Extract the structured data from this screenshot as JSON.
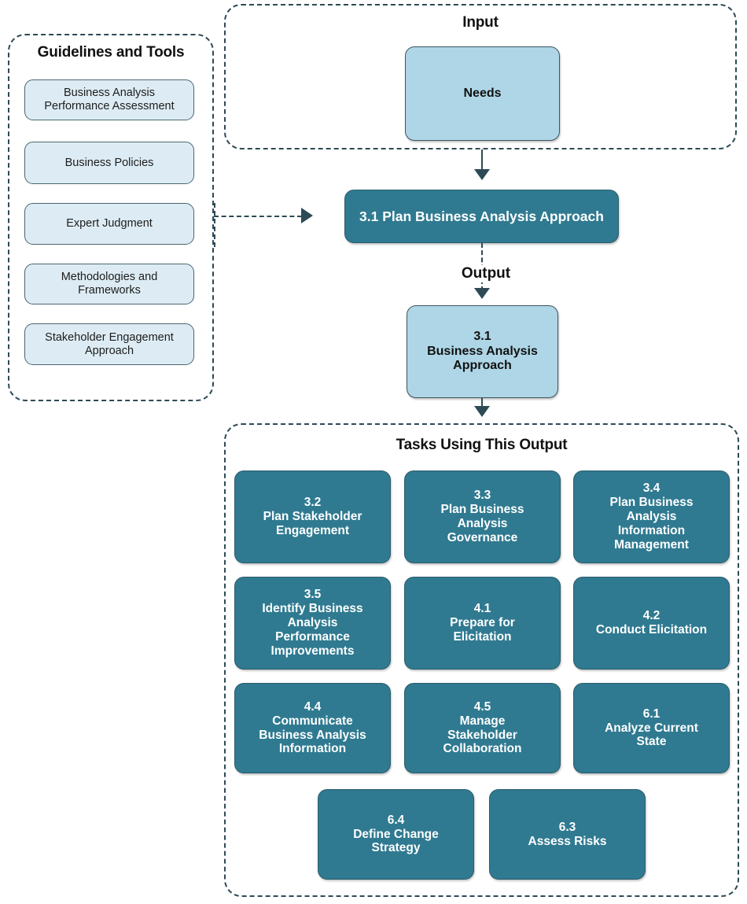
{
  "diagram": {
    "guidelines_panel": {
      "title": "Guidelines and Tools",
      "items": [
        {
          "label": "Business Analysis\nPerformance Assessment"
        },
        {
          "label": "Business Policies"
        },
        {
          "label": "Expert Judgment"
        },
        {
          "label": "Methodologies and\nFrameworks"
        },
        {
          "label": "Stakeholder Engagement\nApproach"
        }
      ]
    },
    "input_panel": {
      "title": "Input",
      "items": [
        {
          "label": "Needs"
        }
      ]
    },
    "process": {
      "label": "3.1 Plan Business Analysis Approach"
    },
    "output_edge_label": "Output",
    "output": {
      "number": "3.1",
      "label": "Business Analysis\nApproach"
    },
    "tasks_panel": {
      "title": "Tasks Using This Output",
      "rows": [
        [
          {
            "number": "3.2",
            "label": "Plan Stakeholder\nEngagement"
          },
          {
            "number": "3.3",
            "label": "Plan Business\nAnalysis\nGovernance"
          },
          {
            "number": "3.4",
            "label": "Plan Business\nAnalysis\nInformation\nManagement"
          }
        ],
        [
          {
            "number": "3.5",
            "label": "Identify Business\nAnalysis\nPerformance\nImprovements"
          },
          {
            "number": "4.1",
            "label": "Prepare for\nElicitation"
          },
          {
            "number": "4.2",
            "label": "Conduct Elicitation"
          }
        ],
        [
          {
            "number": "4.4",
            "label": "Communicate\nBusiness Analysis\nInformation"
          },
          {
            "number": "4.5",
            "label": "Manage\nStakeholder\nCollaboration"
          },
          {
            "number": "6.1",
            "label": "Analyze Current\nState"
          }
        ],
        [
          {
            "number": "6.4",
            "label": "Define Change\nStrategy"
          },
          {
            "number": "6.3",
            "label": "Assess Risks"
          }
        ]
      ]
    },
    "colors": {
      "task_fill": "#2f7a91",
      "artifact_fill": "#aed6e7",
      "tool_fill": "#ddecf4",
      "outline": "#2d4a55",
      "text_light": "#ffffff",
      "text_dark": "#111111"
    }
  }
}
